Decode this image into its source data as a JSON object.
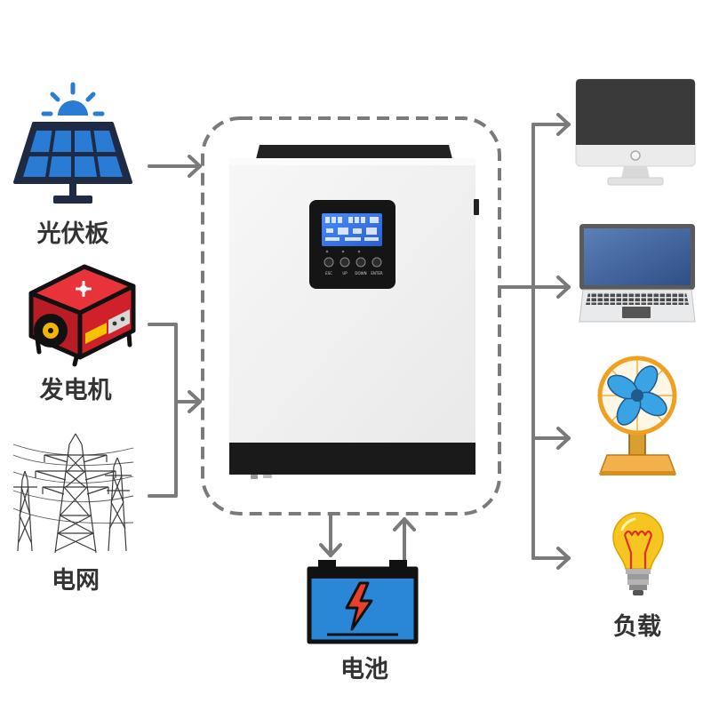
{
  "diagram": {
    "labels": {
      "solar": "光伏板",
      "generator": "发电机",
      "grid": "电网",
      "battery": "电池",
      "load": "负载"
    },
    "inverter": {
      "buttons": [
        "ESC",
        "UP",
        "DOWN",
        "ENTER"
      ]
    }
  },
  "icons": {
    "sources": [
      "solar-panel-icon",
      "generator-icon",
      "power-grid-tower-icon"
    ],
    "center": "inverter-icon",
    "storage": "battery-icon",
    "loads": [
      "monitor-icon",
      "laptop-icon",
      "fan-icon",
      "light-bulb-icon"
    ]
  },
  "colors": {
    "arrow": "#7a7a7a",
    "label_text": "#333333",
    "solar_cell": "#2a7bd4",
    "generator": "#d0212a",
    "battery_fill": "#2a86d6",
    "bolt": "#e8412a",
    "inverter_body": "#f1f1f1",
    "inverter_band": "#1a1a1a",
    "lcd_screen": "#2f6fe0",
    "fan_guard": "#f0a020",
    "fan_blade": "#39a3e3",
    "bulb": "#f6c520"
  }
}
